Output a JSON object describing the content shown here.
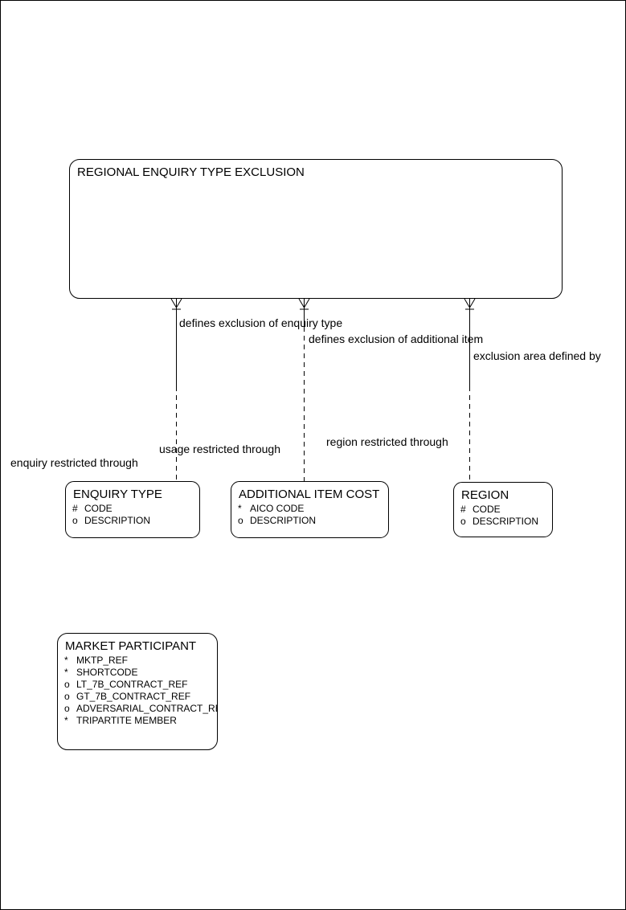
{
  "page": {
    "background": "#ffffff",
    "border_color": "#000000"
  },
  "diagram": {
    "line_color": "#000000",
    "root_entity": {
      "title": "REGIONAL ENQUIRY TYPE EXCLUSION"
    },
    "relationship_labels": {
      "enquiry_top": "defines exclusion of enquiry type",
      "additional_top": "defines exclusion of additional item",
      "region_top": "exclusion area defined by",
      "additional_bottom": "usage restricted through",
      "region_bottom": "region restricted through",
      "enquiry_bottom": "enquiry restricted through"
    },
    "entities": [
      {
        "title": "ENQUIRY TYPE",
        "attributes": [
          {
            "prefix": "#",
            "name": "CODE"
          },
          {
            "prefix": "o",
            "name": "DESCRIPTION"
          }
        ]
      },
      {
        "title": "ADDITIONAL ITEM COST",
        "attributes": [
          {
            "prefix": "*",
            "name": "AICO CODE"
          },
          {
            "prefix": "o",
            "name": "DESCRIPTION"
          }
        ]
      },
      {
        "title": "REGION",
        "attributes": [
          {
            "prefix": "#",
            "name": "CODE"
          },
          {
            "prefix": "o",
            "name": "DESCRIPTION"
          }
        ]
      },
      {
        "title": "MARKET PARTICIPANT",
        "attributes": [
          {
            "prefix": "*",
            "name": "MKTP_REF"
          },
          {
            "prefix": "*",
            "name": "SHORTCODE"
          },
          {
            "prefix": "o",
            "name": "LT_7B_CONTRACT_REF"
          },
          {
            "prefix": "o",
            "name": "GT_7B_CONTRACT_REF"
          },
          {
            "prefix": "o",
            "name": "ADVERSARIAL_CONTRACT_REF"
          },
          {
            "prefix": "*",
            "name": "TRIPARTITE MEMBER"
          }
        ]
      }
    ]
  }
}
